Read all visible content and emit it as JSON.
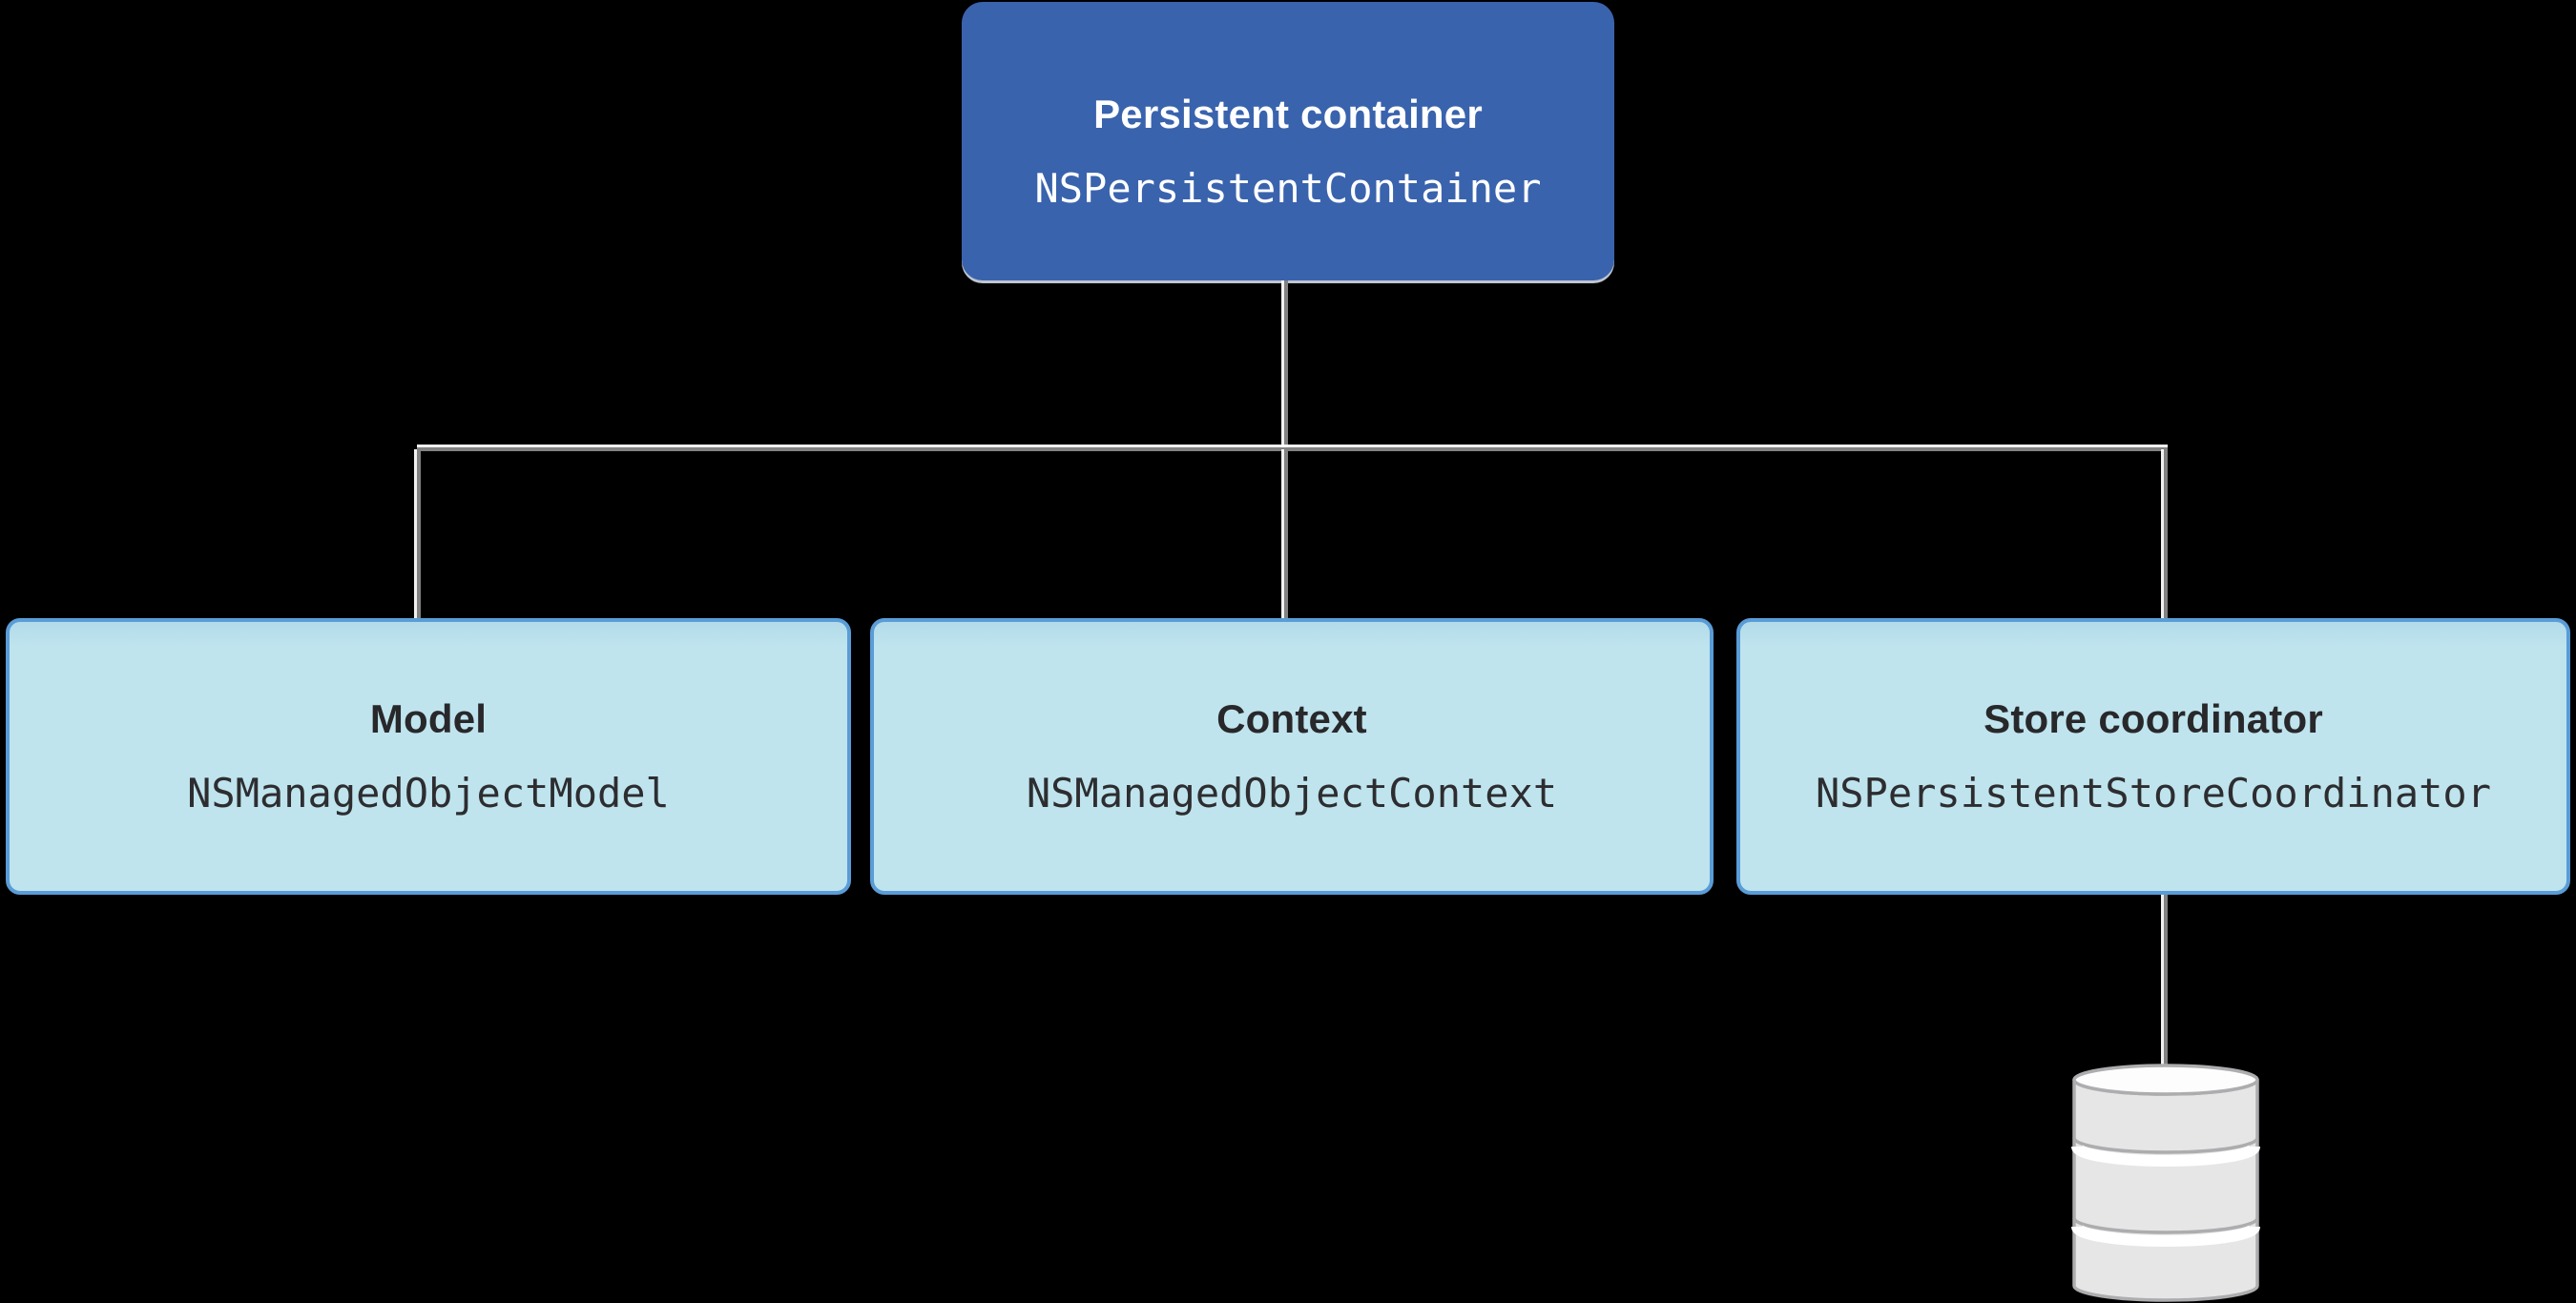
{
  "diagram": {
    "background_color": "#000000",
    "nodes": {
      "persistent_container": {
        "title": "Persistent container",
        "code": "NSPersistentContainer",
        "fill": "#3A63AD",
        "text_color": "#FFFFFF"
      },
      "model": {
        "title": "Model",
        "code": "NSManagedObjectModel",
        "fill": "#BFE4EE",
        "border": "#599CD7",
        "text_color": "#28282B"
      },
      "context": {
        "title": "Context",
        "code": "NSManagedObjectContext",
        "fill": "#BFE4EE",
        "border": "#599CD7",
        "text_color": "#28282B"
      },
      "store_coordinator": {
        "title": "Store coordinator",
        "code": "NSPersistentStoreCoordinator",
        "fill": "#BFE4EE",
        "border": "#599CD7",
        "text_color": "#28282B"
      }
    },
    "connectors": {
      "color": "#828282",
      "highlight_color": "#FFFFFF",
      "edges": [
        "persistent_container -> model",
        "persistent_container -> context",
        "persistent_container -> store_coordinator",
        "store_coordinator -> persistent-store-database"
      ]
    },
    "icons": {
      "database": {
        "name": "database-cylinder-icon",
        "fill": "#E6E6E7",
        "stroke": "#ADADAF",
        "top_fill": "#FDFDFE"
      }
    }
  }
}
